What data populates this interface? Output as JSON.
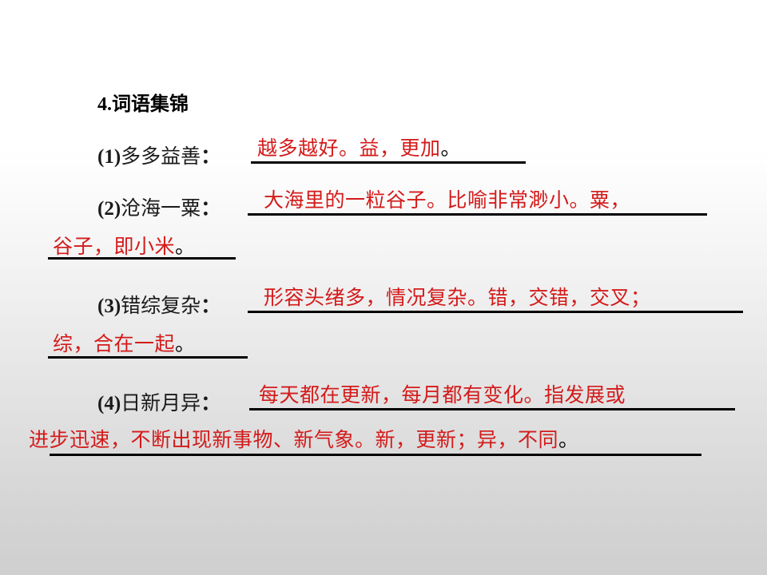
{
  "slide": {
    "heading_number": "4.",
    "heading_text": "词语集锦",
    "background_top_color": "#ffffff",
    "background_bottom_color": "#cfcfcf",
    "answer_color": "#d41a1a",
    "term_color": "#1a1a1a",
    "rule_color": "#000000"
  },
  "entries": [
    {
      "index": "(1)",
      "term": "多多益善",
      "colon": "：",
      "answer_line_1": "越多越好。益，更加",
      "answer_line_1_endmark": "。",
      "answer_line_2": "",
      "answer_line_2_endmark": ""
    },
    {
      "index": "(2)",
      "term": "沧海一粟",
      "colon": "：",
      "answer_line_1": "大海里的一粒谷子。比喻非常渺小。粟，",
      "answer_line_1_endmark": "",
      "answer_line_2": "谷子，即小米",
      "answer_line_2_endmark": "。"
    },
    {
      "index": "(3)",
      "term": "错综复杂",
      "colon": "：",
      "answer_line_1": "形容头绪多，情况复杂。错，交错，交叉；",
      "answer_line_1_endmark": "",
      "answer_line_2": "综，合在一起",
      "answer_line_2_endmark": "。"
    },
    {
      "index": "(4)",
      "term": "日新月异",
      "colon": "：",
      "answer_line_1": "每天都在更新，每月都有变化。指发展或",
      "answer_line_1_endmark": "",
      "answer_line_2": "进步迅速，不断出现新事物、新气象。新，更新；异，不同",
      "answer_line_2_endmark": "。"
    }
  ]
}
